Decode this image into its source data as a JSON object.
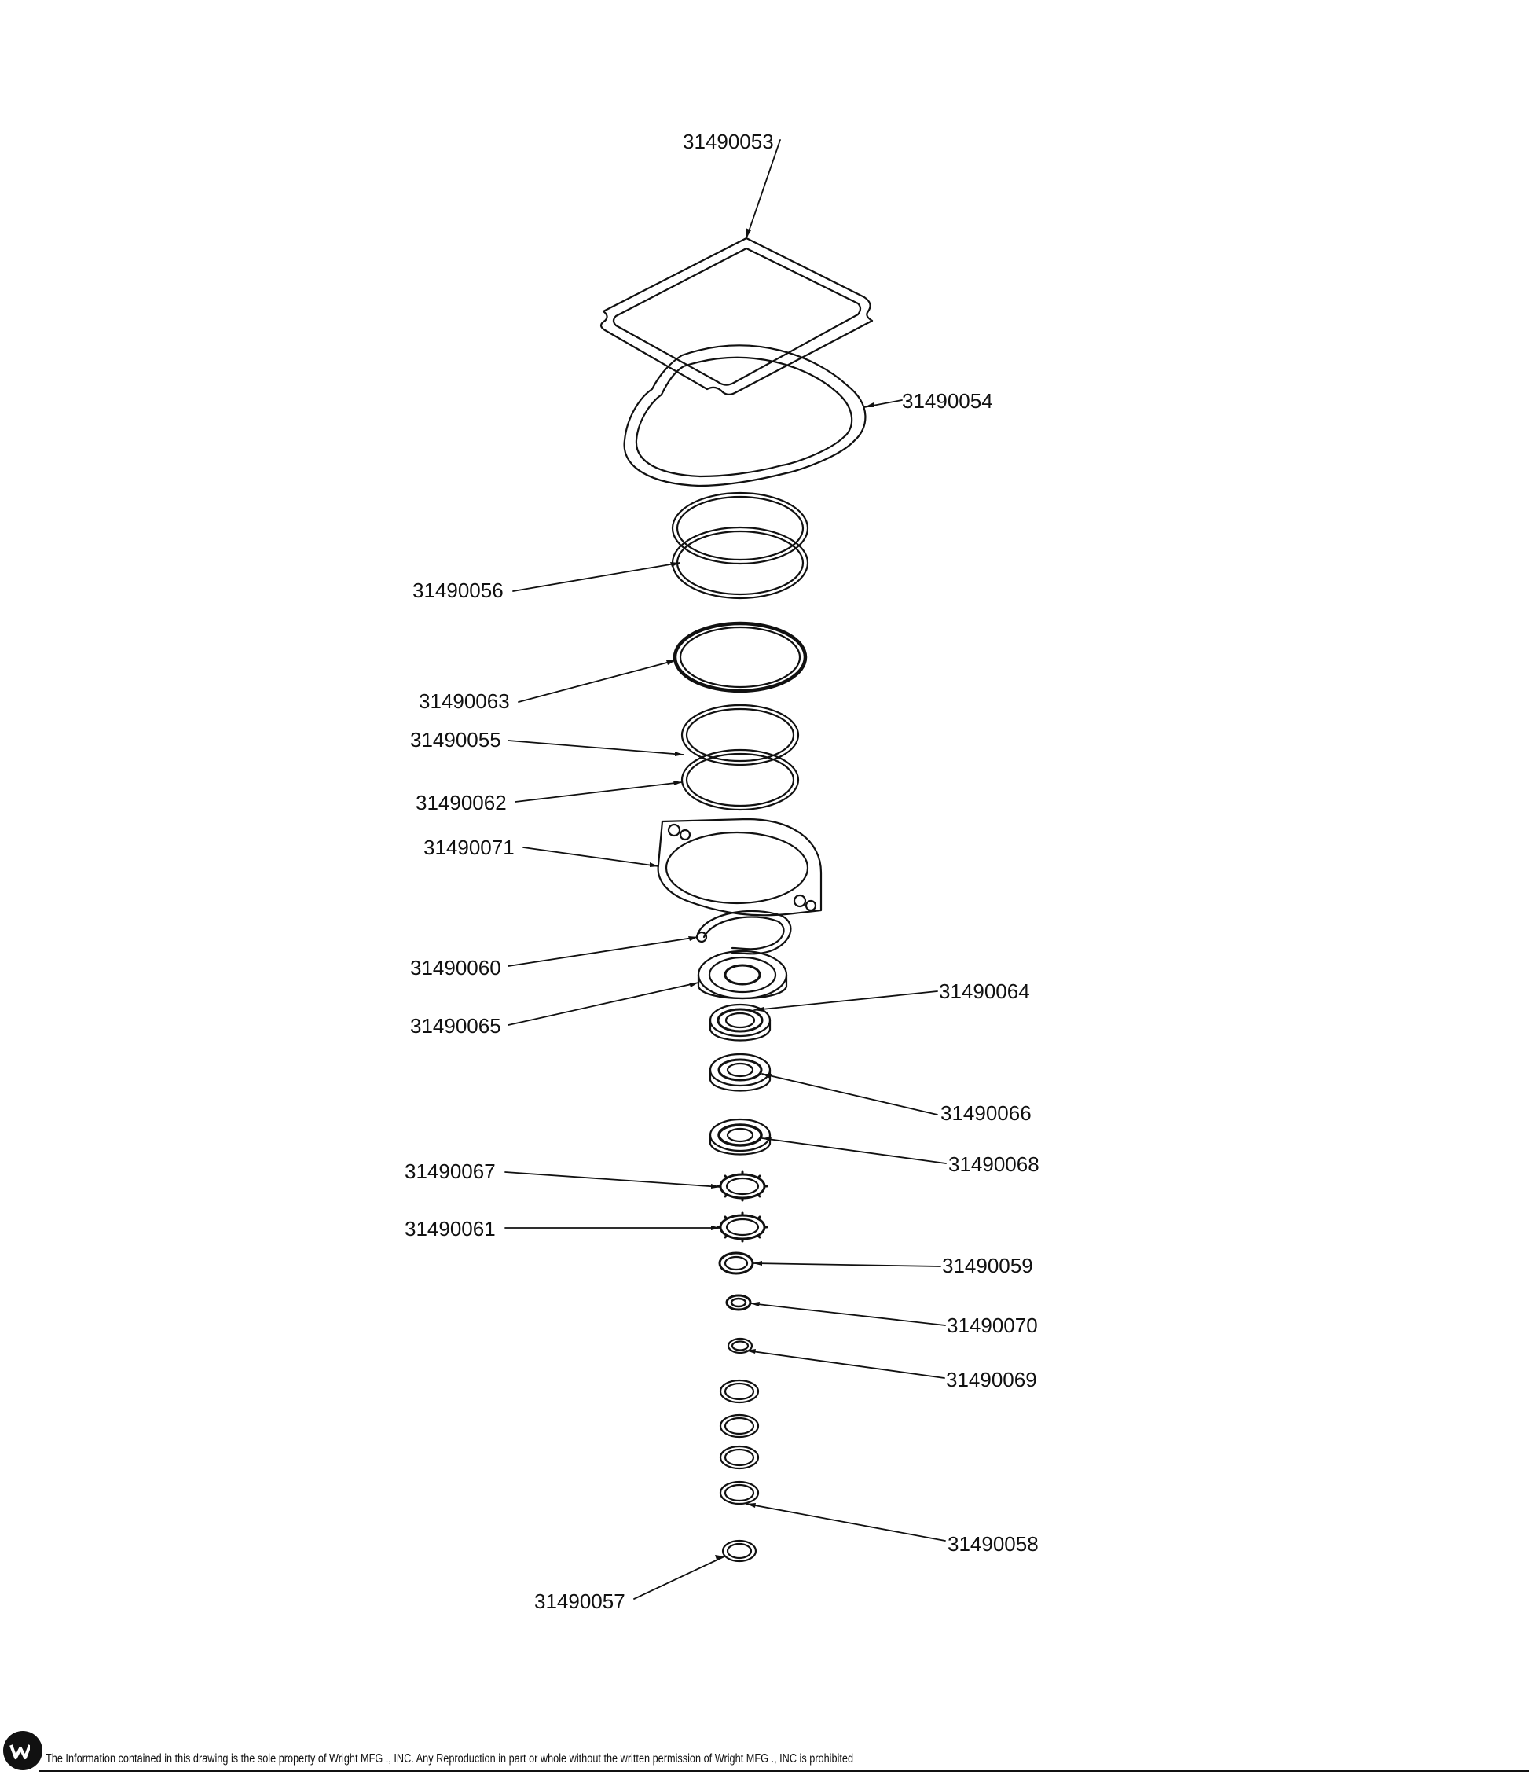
{
  "part_numbers": {
    "p053": "31490053",
    "p054": "31490054",
    "p056": "31490056",
    "p063": "31490063",
    "p055": "31490055",
    "p062": "31490062",
    "p071": "31490071",
    "p060": "31490060",
    "p065": "31490065",
    "p064": "31490064",
    "p066": "31490066",
    "p068": "31490068",
    "p067": "31490067",
    "p061": "31490061",
    "p059": "31490059",
    "p070": "31490070",
    "p069": "31490069",
    "p058": "31490058",
    "p057": "31490057"
  },
  "footer": {
    "notice": "The Information contained in this drawing is the sole property of Wright MFG ., INC. Any Reproduction in part or whole without the written permission of Wright MFG ., INC is prohibited",
    "logo_icon": "wright-logo-icon"
  },
  "colors": {
    "ink": "#111111",
    "background": "#ffffff"
  }
}
